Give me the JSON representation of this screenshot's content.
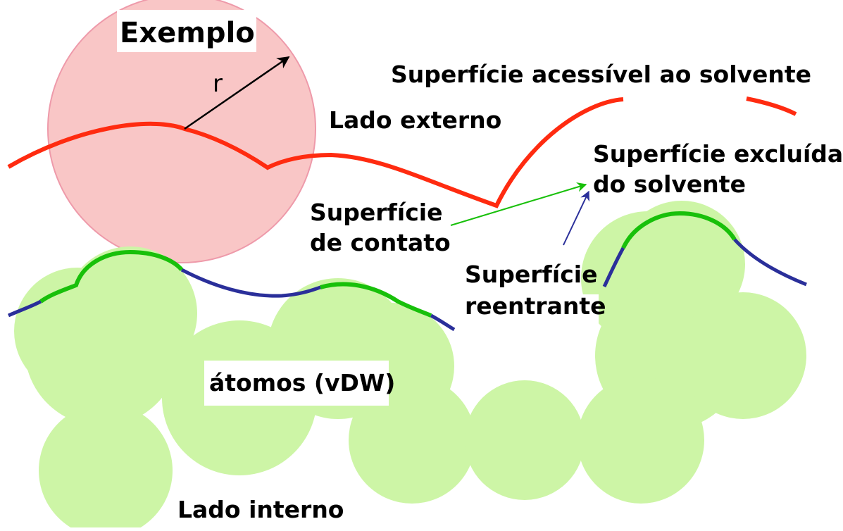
{
  "labels": {
    "example": "Exemplo",
    "radius": "r",
    "sas": "Superfície acessível ao solvente",
    "outer_side": "Lado externo",
    "ses_line1": "Superfície excluída",
    "ses_line2": "do solvente",
    "contact_line1": "Superfície",
    "contact_line2": "de contato",
    "reentrant_line1": "Superfície",
    "reentrant_line2": "reentrante",
    "atoms": "átomos (vDW)",
    "inner_side": "Lado interno"
  },
  "colors": {
    "probe_fill": "#f9c6c6",
    "probe_stroke": "#ee9aaa",
    "atom_fill": "#cdf5a6",
    "accessible_surface": "#ff2b10",
    "contact_surface": "#18c00a",
    "reentrant_surface": "#2a2f9a",
    "contact_arrow": "#18c00a",
    "reentrant_arrow": "#2a2f9a"
  }
}
